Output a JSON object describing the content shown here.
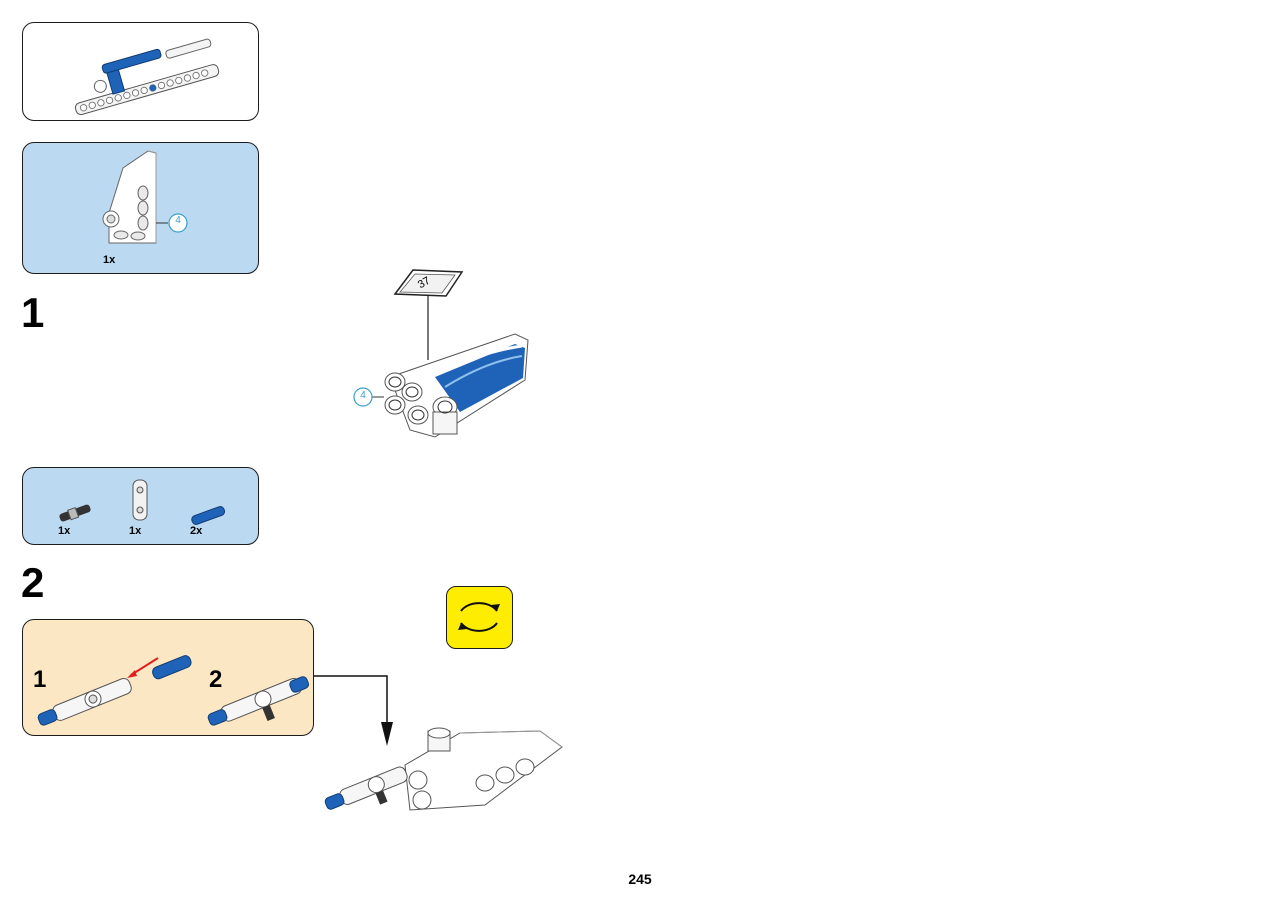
{
  "parts_list_1": {
    "items": [
      {
        "qty": "1x",
        "callout": "4"
      }
    ]
  },
  "step_1": {
    "number": "1",
    "callout": "4",
    "sticker_number": "37"
  },
  "parts_list_2": {
    "items": [
      {
        "qty": "1x"
      },
      {
        "qty": "1x"
      },
      {
        "qty": "2x"
      }
    ]
  },
  "step_2": {
    "number": "2",
    "substeps": [
      {
        "number": "1"
      },
      {
        "number": "2"
      }
    ]
  },
  "page_number": "245",
  "colors": {
    "parts_list_bg": "#bcd9f2",
    "subassembly_bg": "#fbe7c3",
    "rotate_icon_bg": "#ffed00",
    "lego_blue": "#1f63b8",
    "arrow_red": "#e02020"
  },
  "icons": [
    "rotate-model-icon",
    "callout-arrow-icon",
    "insert-arrow-icon"
  ]
}
